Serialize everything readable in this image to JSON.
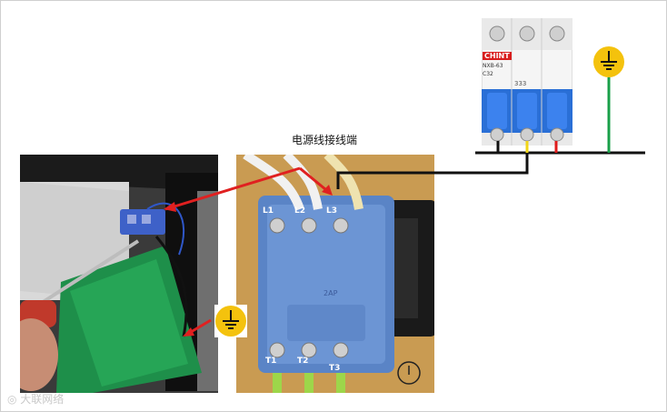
{
  "labels": {
    "power_terminal": "电源线接线端",
    "watermark": "大联网络"
  },
  "breaker": {
    "brand": "CHINT",
    "model": "NXB-63",
    "rating": "C32",
    "pole_marks": [
      "333"
    ]
  },
  "terminal_block": {
    "top_labels": [
      "L1",
      "L2",
      "L3"
    ],
    "bottom_labels": [
      "T1",
      "T2",
      "T3"
    ],
    "center_mark": "2AP"
  },
  "icons": {
    "ground_top": "ground-icon",
    "ground_left": "ground-icon"
  },
  "colors": {
    "wire_black": "#111111",
    "wire_yellow": "#f1d516",
    "wire_red": "#e01b1b",
    "wire_green": "#1aa04a",
    "arrow_red": "#e02020",
    "ground_badge": "#f4c20d",
    "breaker_blue": "#2a6fd6",
    "terminal_blue": "#4f7fc6"
  }
}
